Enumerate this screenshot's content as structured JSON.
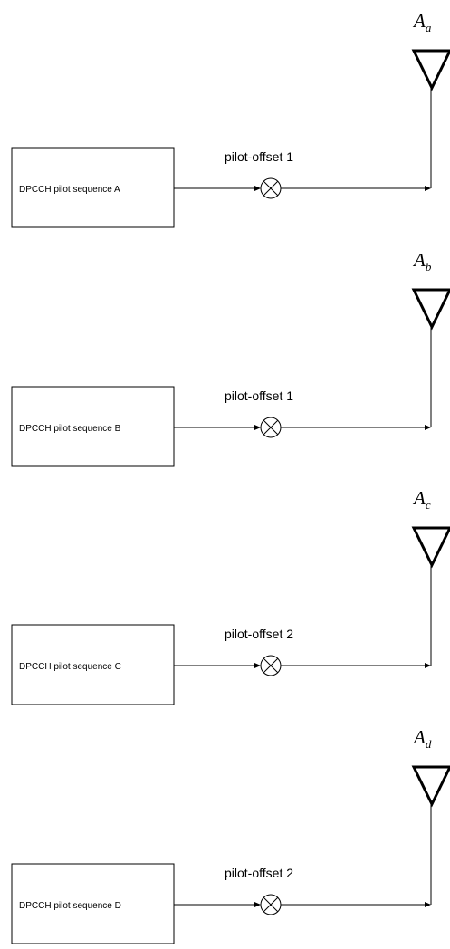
{
  "branches": [
    {
      "box_label": "DPCCH pilot sequence A",
      "offset_label": "pilot-offset 1",
      "antenna_main": "A",
      "antenna_sub": "a",
      "mixer_icon": "multiplier-icon",
      "antenna_icon": "antenna-icon"
    },
    {
      "box_label": "DPCCH pilot sequence B",
      "offset_label": "pilot-offset 1",
      "antenna_main": "A",
      "antenna_sub": "b",
      "mixer_icon": "multiplier-icon",
      "antenna_icon": "antenna-icon"
    },
    {
      "box_label": "DPCCH pilot sequence C",
      "offset_label": "pilot-offset 2",
      "antenna_main": "A",
      "antenna_sub": "c",
      "mixer_icon": "multiplier-icon",
      "antenna_icon": "antenna-icon"
    },
    {
      "box_label": "DPCCH pilot sequence D",
      "offset_label": "pilot-offset 2",
      "antenna_main": "A",
      "antenna_sub": "d",
      "mixer_icon": "multiplier-icon",
      "antenna_icon": "antenna-icon"
    }
  ]
}
